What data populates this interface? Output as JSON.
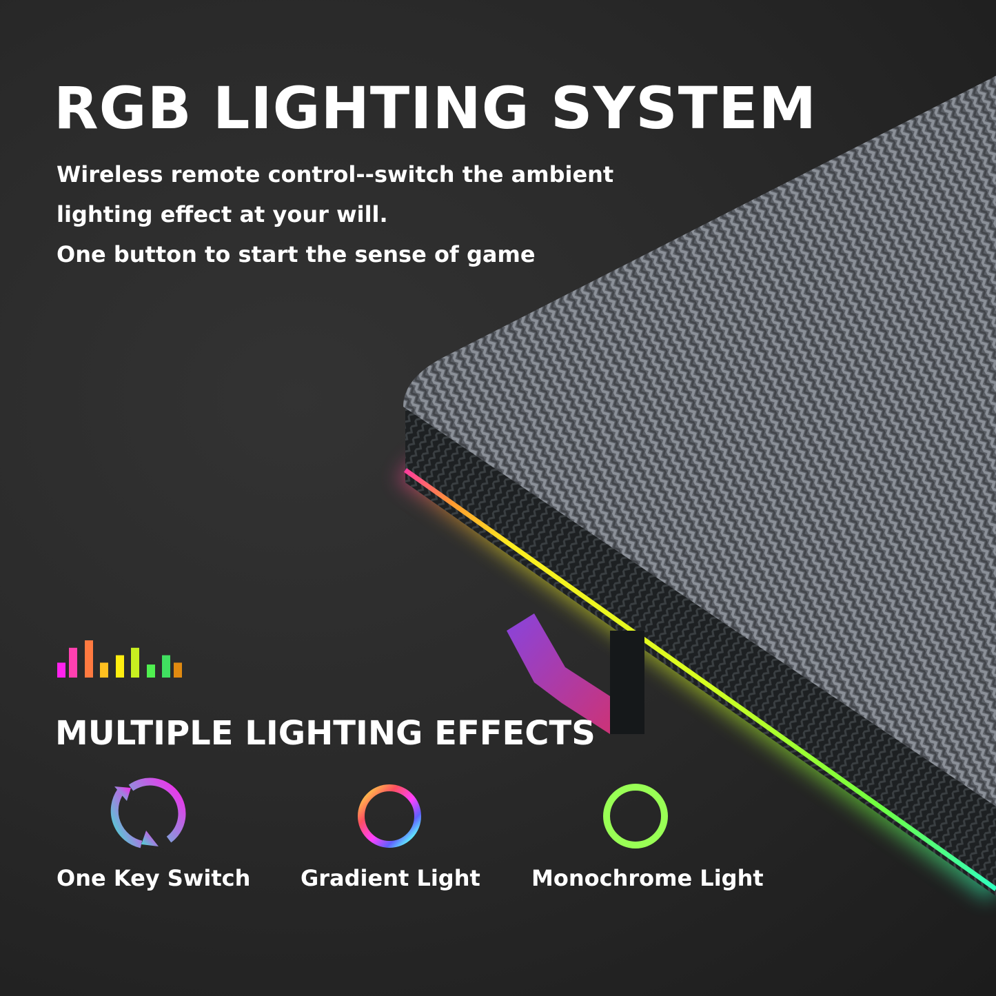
{
  "title": "RGB LIGHTING SYSTEM",
  "subtitle_lines": [
    "Wireless remote control--switch the ambient",
    "lighting effect at your will.",
    "One button to start the sense of game"
  ],
  "section_title": "MULTIPLE LIGHTING EFFECTS",
  "equalizer_levels": [
    0.4,
    0.8,
    1.0,
    0.4,
    0.6,
    0.8,
    0.35,
    0.6,
    0.4
  ],
  "equalizer_colors": [
    "#ff22ee",
    "#ff40b0",
    "#ff7a40",
    "#ffc020",
    "#ffee10",
    "#c8f020",
    "#50f050",
    "#40e060",
    "#e08a10"
  ],
  "effects": [
    {
      "label": "One Key Switch",
      "icon": "switch-arrows-icon"
    },
    {
      "label": "Gradient Light",
      "icon": "rainbow-ring-icon"
    },
    {
      "label": "Monochrome Light",
      "icon": "green-ring-icon",
      "color": "#99ff55"
    }
  ]
}
